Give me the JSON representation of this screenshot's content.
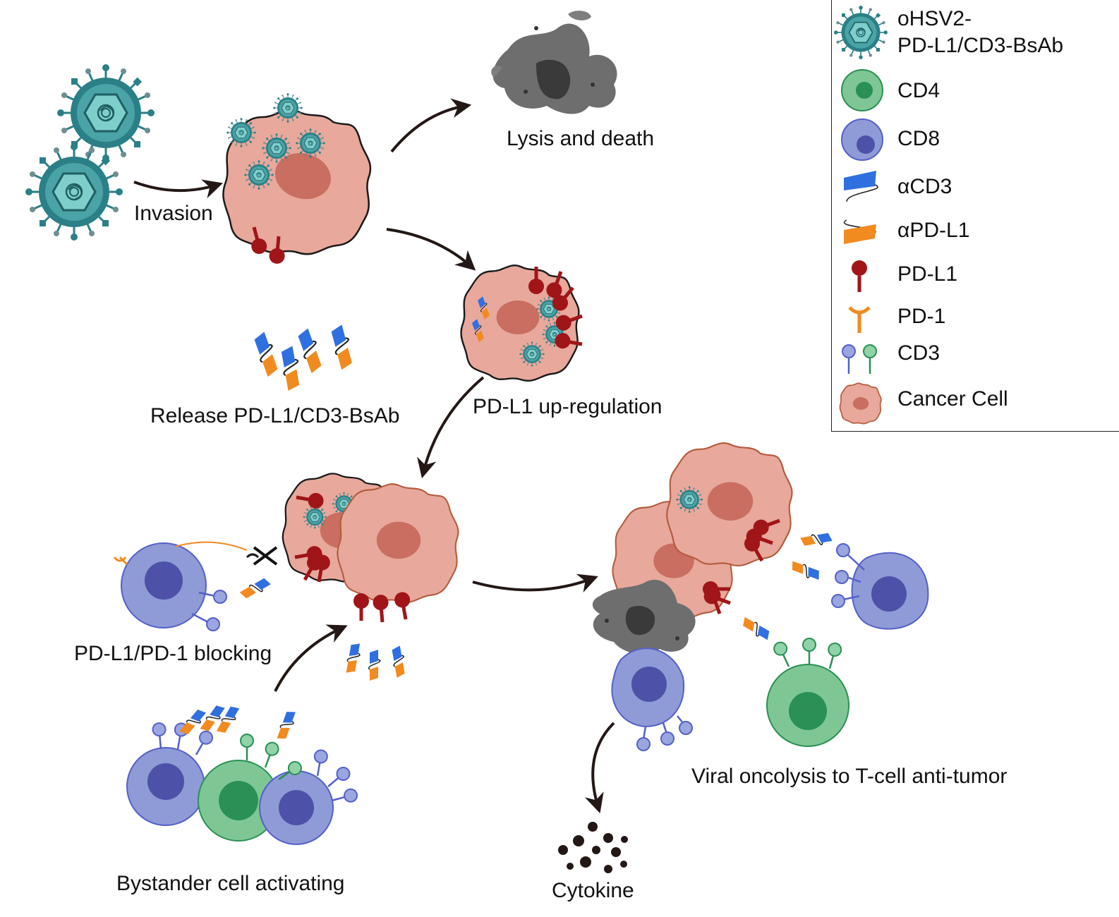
{
  "labels": {
    "invasion": "Invasion",
    "lysis": "Lysis and death",
    "release": "Release PD-L1/CD3-BsAb",
    "upregulation": "PD-L1 up-regulation",
    "blocking": "PD-L1/PD-1 blocking",
    "bystander": "Bystander cell activating",
    "cytokine": "Cytokine",
    "viral_oncolysis": "Viral oncolysis to T-cell anti-tumor"
  },
  "legend": {
    "items": [
      {
        "icon": "virus-icon",
        "label_line1": "oHSV2-",
        "label_line2": "PD-L1/CD3-BsAb"
      },
      {
        "icon": "cd4-cell-icon",
        "label": "CD4"
      },
      {
        "icon": "cd8-cell-icon",
        "label": "CD8"
      },
      {
        "icon": "anti-cd3-icon",
        "label": "αCD3"
      },
      {
        "icon": "anti-pdl1-icon",
        "label": "αPD-L1"
      },
      {
        "icon": "pdl1-receptor-icon",
        "label": "PD-L1"
      },
      {
        "icon": "pd1-receptor-icon",
        "label": "PD-1"
      },
      {
        "icon": "cd3-receptor-icon",
        "label": "CD3"
      },
      {
        "icon": "cancer-cell-icon",
        "label": "Cancer Cell"
      }
    ]
  },
  "colors": {
    "cancer_fill": "#e8a89c",
    "cancer_nucleus": "#c96e60",
    "virus_teal": "#2b7f86",
    "virus_light": "#7ecfcc",
    "pdl1_red": "#a01518",
    "pd1_orange": "#f18a1f",
    "cd3_blue": "#2f6fe0",
    "cd8_fill": "#8e9bd6",
    "cd8_nucleus": "#4d52a8",
    "cd4_fill": "#7ec795",
    "cd4_nucleus": "#2a9055",
    "dead_gray": "#6e6e6e"
  }
}
